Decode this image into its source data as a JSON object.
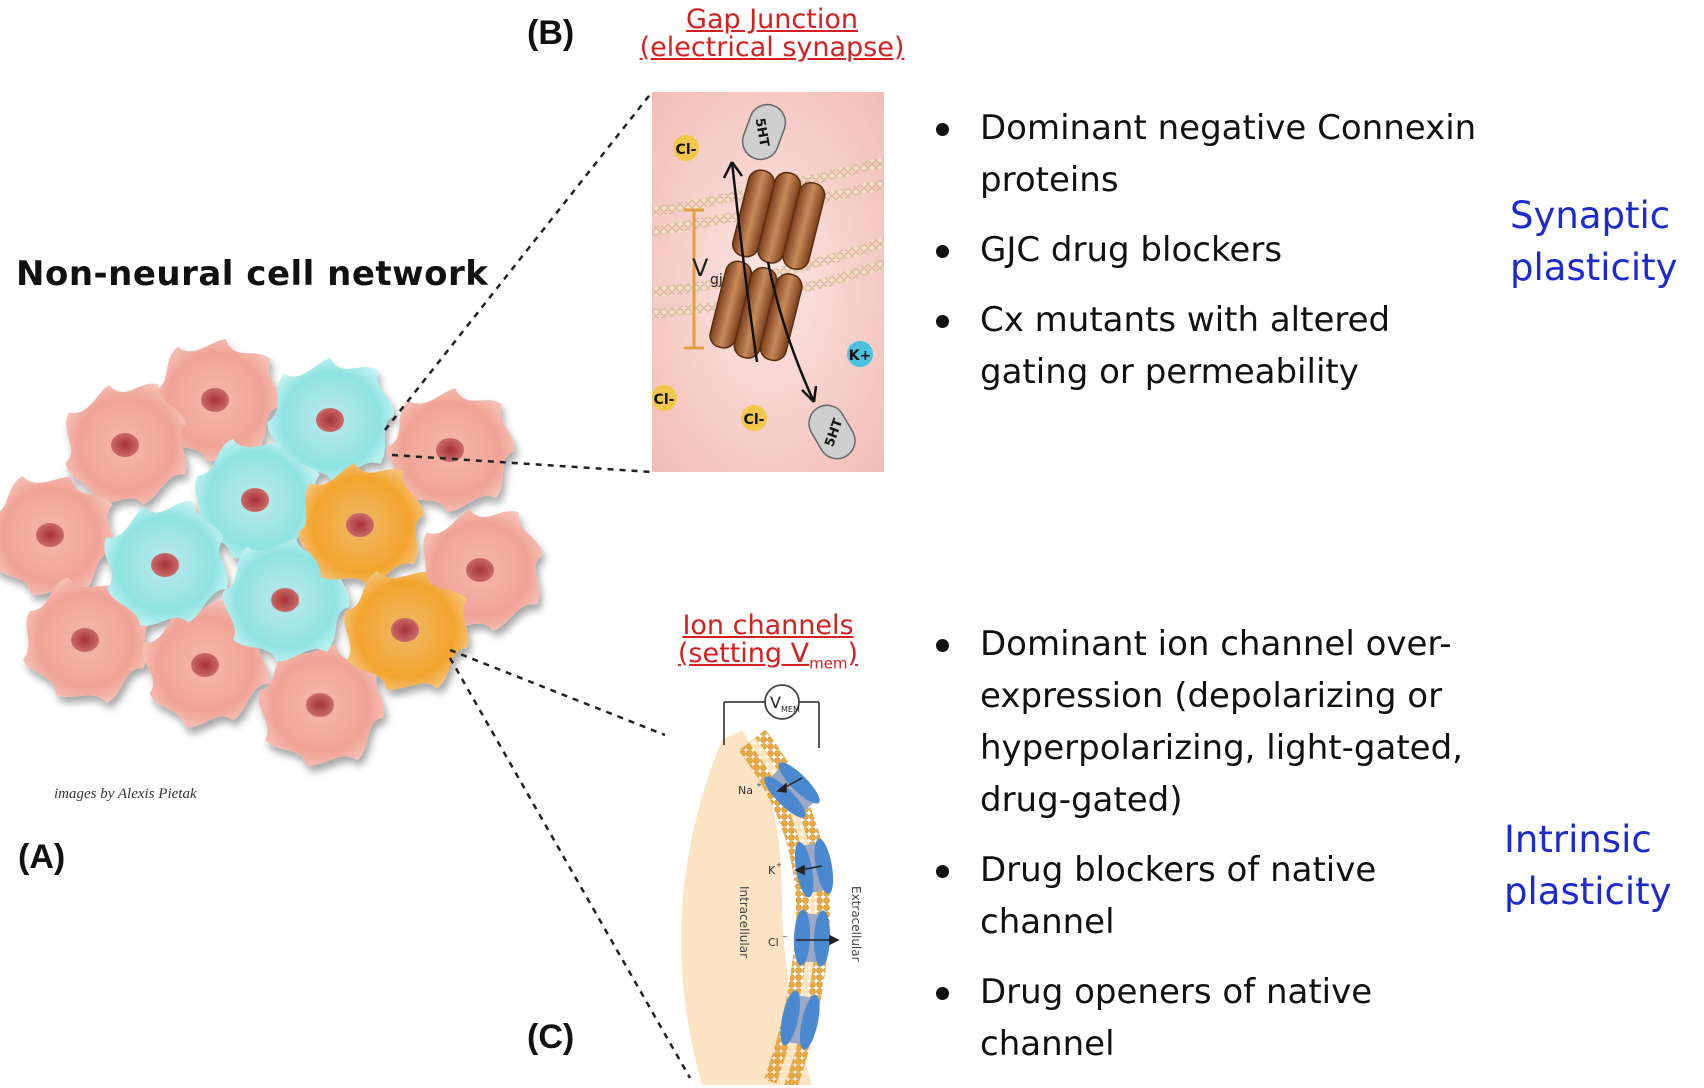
{
  "panel_labels": {
    "a": "(A)",
    "b": "(B)",
    "c": "(C)"
  },
  "network": {
    "title": "Non-neural cell network",
    "credit": "images by Alexis Pietak"
  },
  "gap_junction": {
    "title_line1": "Gap Junction",
    "title_line2": "(electrical synapse)",
    "labels": {
      "cl": "Cl-",
      "k": "K+",
      "sht": "5HT",
      "v": "V",
      "v_sub": "gj"
    }
  },
  "ion_channels": {
    "title_line1": "Ion channels",
    "title_line2": "(setting V",
    "title_sub": "mem",
    "title_end": ")",
    "meter_label": "V",
    "meter_sub": "MEM",
    "labels": {
      "na": "Na",
      "k": "K",
      "cl": "Cl",
      "intracellular": "Intracellular",
      "extracellular": "Extracellular"
    }
  },
  "synaptic": {
    "label_line1": "Synaptic",
    "label_line2": "plasticity",
    "bullets": [
      {
        "line1": "Dominant negative Connexin",
        "line2": "proteins"
      },
      {
        "line1": "GJC drug blockers",
        "line2": ""
      },
      {
        "line1": "Cx mutants with altered",
        "line2": "gating or permeability"
      }
    ]
  },
  "intrinsic": {
    "label_line1": "Intrinsic",
    "label_line2": "plasticity",
    "bullets": [
      {
        "lines": [
          "Dominant ion channel over-",
          "expression (depolarizing or",
          "hyperpolarizing, light-gated,",
          "drug-gated)"
        ]
      },
      {
        "lines": [
          "Drug blockers of native",
          "channel"
        ]
      },
      {
        "lines": [
          "Drug openers of native",
          "channel"
        ]
      }
    ]
  },
  "colors": {
    "red_title": "#d42020",
    "blue_label": "#1c2ad0",
    "cell_pink": "#f0a396",
    "cell_cyan": "#8fe3e3",
    "cell_orange": "#f2a42d",
    "membrane": "#e3a73f",
    "channel_blue": "#4a88d0"
  }
}
